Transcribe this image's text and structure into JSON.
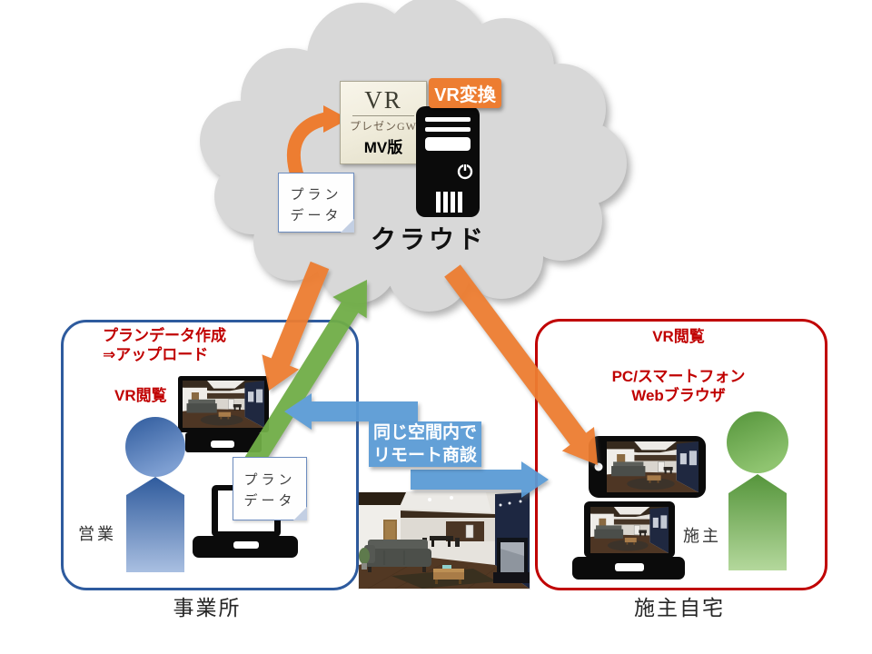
{
  "cloud": {
    "label": "クラウド",
    "convert_badge": "VR変換",
    "gateway": {
      "product": "VR",
      "subtitle": "プレゼンGW",
      "edition": "MV版"
    },
    "plan_note": {
      "line1": "プラン",
      "line2": "データ"
    }
  },
  "office": {
    "caption": "事業所",
    "header_line1": "プランデータ作成",
    "header_line2": "⇒アップロード",
    "vr_view_label": "VR閲覧",
    "person_label": "営業",
    "plan_note": {
      "line1": "プラン",
      "line2": "データ"
    }
  },
  "home": {
    "caption": "施主自宅",
    "vr_view_label": "VR閲覧",
    "device_line1": "PC/スマートフォン",
    "device_line2": "Webブラウザ",
    "person_label": "施主"
  },
  "connection": {
    "remote_line1": "同じ空間内で",
    "remote_line2": "リモート商談"
  },
  "colors": {
    "orange_arrow": "#ED7D31",
    "green_arrow": "#70AD47",
    "blue_arrow": "#5B9BD5",
    "office_border": "#2E5B9E",
    "home_border": "#C00000",
    "red_text": "#C00000",
    "cloud_fill": "#D8D8D8"
  }
}
